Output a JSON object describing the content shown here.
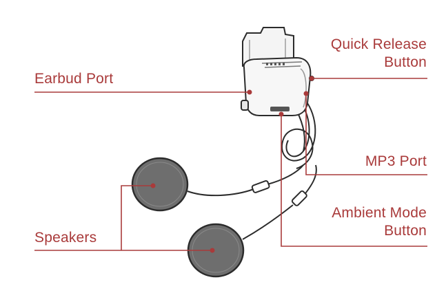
{
  "labels": {
    "quick_release_line1": "Quick Release",
    "quick_release_line2": "Button",
    "earbud_port": "Earbud Port",
    "mp3_port": "MP3 Port",
    "ambient_mode_line1": "Ambient Mode",
    "ambient_mode_line2": "Button",
    "speakers": "Speakers"
  },
  "colors": {
    "accent": "#a93a3a",
    "outline": "#2b2b2b",
    "speaker_fill": "#6e6e6e"
  }
}
